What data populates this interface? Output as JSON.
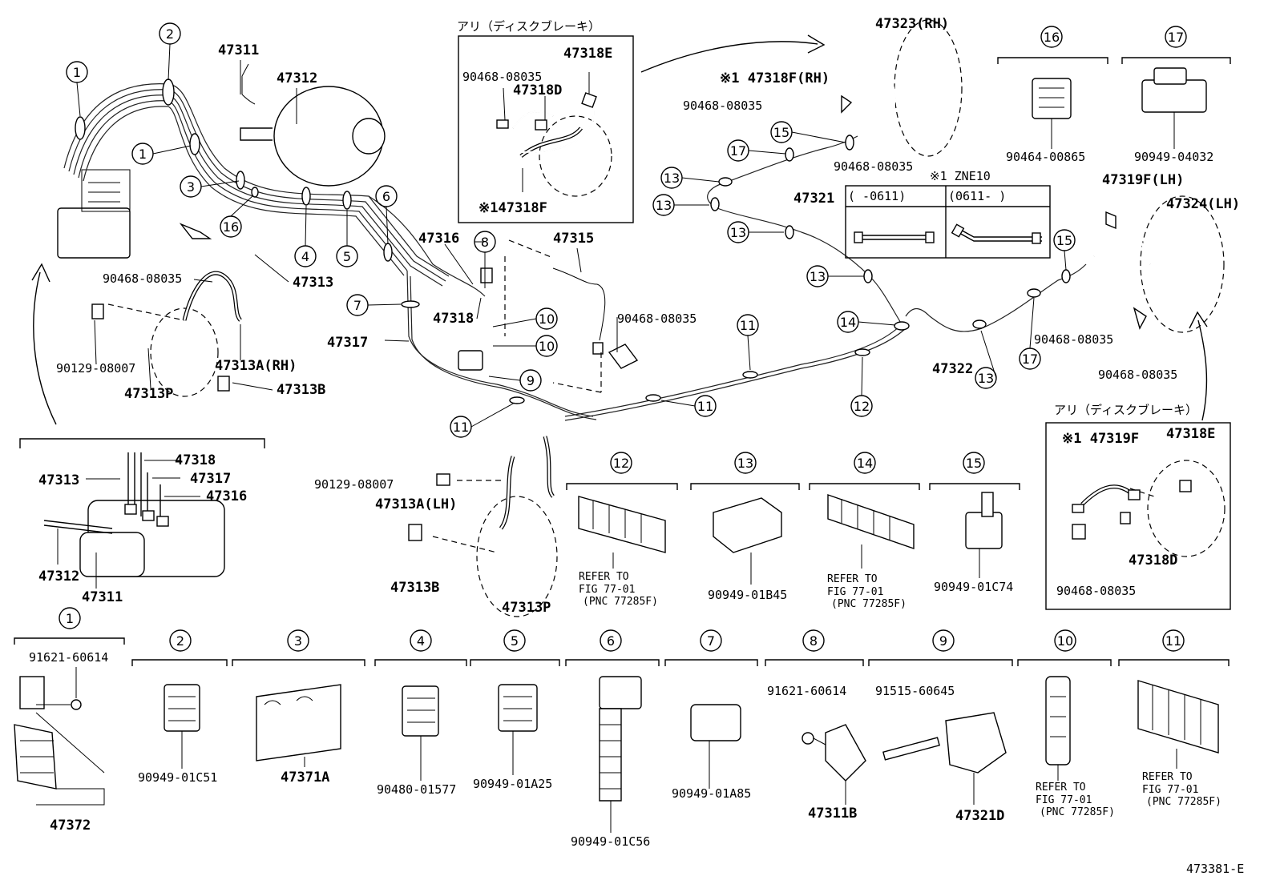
{
  "diagram_code": "473381-E",
  "callouts": {
    "c1": "1",
    "c2": "2",
    "c3": "3",
    "c4": "4",
    "c5": "5",
    "c6": "6",
    "c7": "7",
    "c8": "8",
    "c9": "9",
    "c10": "10",
    "c11": "11",
    "c12": "12",
    "c13": "13",
    "c14": "14",
    "c15": "15",
    "c16": "16",
    "c17": "17"
  },
  "labels": {
    "p47311": "47311",
    "p47312": "47312",
    "p47313": "47313",
    "p47313A_RH": "47313A(RH)",
    "p47313A_LH": "47313A(LH)",
    "p47313B": "47313B",
    "p47313P": "47313P",
    "p47315": "47315",
    "p47316": "47316",
    "p47317": "47317",
    "p47318": "47318",
    "p47318D": "47318D",
    "p47318E": "47318E",
    "p47318F_RH": "※1 47318F(RH)",
    "p47318F_box": "※147318F",
    "p47319F_LH": "47319F(LH)",
    "p47319F_box": "※1 47319F",
    "p47321": "47321",
    "p47322": "47322",
    "p47323": "47323(RH)",
    "p47324": "47324(LH)",
    "p47311B": "47311B",
    "p47321D": "47321D",
    "p47371A": "47371A",
    "p47372": "47372",
    "b90468": "90468-08035",
    "b90129": "90129-08007",
    "b90464": "90464-00865",
    "b90949_04032": "90949-04032",
    "b91621": "91621-60614",
    "b91515": "91515-60645",
    "b90949_01C51": "90949-01C51",
    "b90480": "90480-01577",
    "b90949_01A25": "90949-01A25",
    "b90949_01C56": "90949-01C56",
    "b90949_01A85": "90949-01A85",
    "b90949_01B45": "90949-01B45",
    "b90949_01C74": "90949-01C74",
    "refer1": "REFER TO",
    "refer2": "FIG 77-01",
    "refer3": "(PNC 77285F)",
    "disc_brake": "アリ（ディスクブレーキ）",
    "zne_title": "※1 ZNE10",
    "zne_col1": "(      -0611)",
    "zne_col2": "(0611-      )"
  }
}
